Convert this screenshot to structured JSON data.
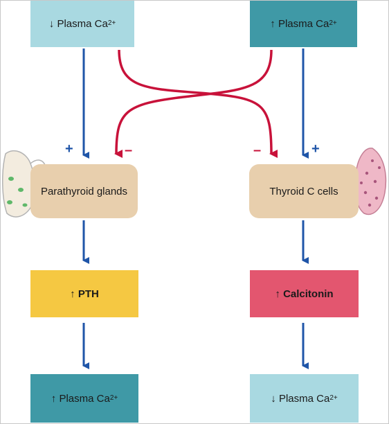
{
  "colors": {
    "light_teal": "#a9d9e1",
    "dark_teal": "#3f99a6",
    "tan": "#e8cfad",
    "pth_yellow": "#f5c842",
    "calcitonin_pink": "#e3566f",
    "blue_arrow": "#1f55a8",
    "red_arrow": "#c8123a",
    "plus_sign": "#1f55a8",
    "minus_sign": "#c8123a"
  },
  "top_left": {
    "arrow": "↓",
    "text": "Plasma Ca",
    "sup": "2+"
  },
  "top_right": {
    "arrow": "↑",
    "text": "Plasma Ca",
    "sup": "2+"
  },
  "parathyroid": {
    "label": "Parathyroid glands",
    "icon": "parathyroid-gland-icon"
  },
  "thyroid_c": {
    "label": "Thyroid C cells",
    "icon": "thyroid-gland-icon"
  },
  "pth": {
    "arrow": "↑",
    "text": "PTH"
  },
  "calcitonin": {
    "arrow": "↑",
    "text": "Calcitonin"
  },
  "bottom_left": {
    "arrow": "↑",
    "text": "Plasma Ca",
    "sup": "2+"
  },
  "bottom_right": {
    "arrow": "↓",
    "text": "Plasma Ca",
    "sup": "2+"
  },
  "signs": {
    "plus": "+",
    "minus": "–"
  }
}
